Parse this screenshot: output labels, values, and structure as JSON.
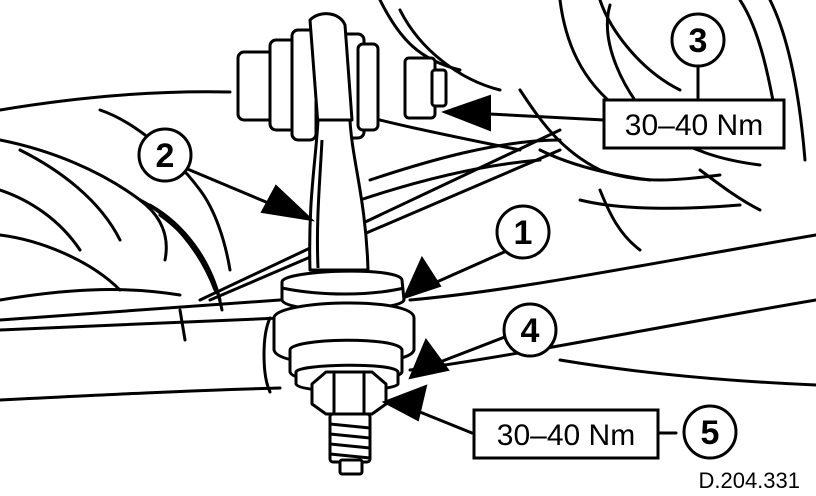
{
  "callouts": {
    "one": "1",
    "two": "2",
    "three": "3",
    "four": "4",
    "five": "5"
  },
  "torque": {
    "upper": "30–40 Nm",
    "lower": "30–40 Nm"
  },
  "reference": "D.204.331",
  "colors": {
    "line": "#000000",
    "background": "#ffffff"
  }
}
